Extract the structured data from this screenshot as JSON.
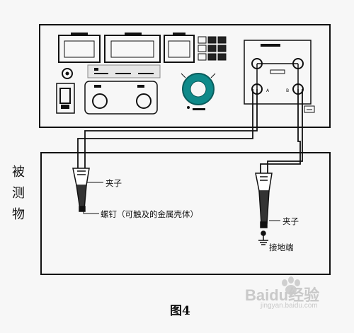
{
  "dut_side_label": [
    "被",
    "测",
    "物"
  ],
  "clip_label_left": "夹子",
  "screw_label": "螺钉（可触及的金属壳体）",
  "clip_label_right": "夹子",
  "ground_label": "接地端",
  "caption": "图4",
  "watermark": {
    "brand": "Baidu经验",
    "url": "jingyan.baidu.com"
  }
}
